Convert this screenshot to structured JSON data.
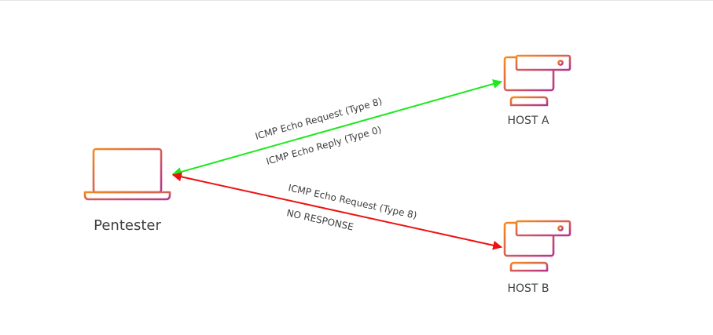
{
  "nodes": {
    "pentester": {
      "label": "Pentester",
      "icon": "laptop-icon"
    },
    "host_a": {
      "label": "HOST A",
      "icon": "server-icon"
    },
    "host_b": {
      "label": "HOST B",
      "icon": "server-icon"
    }
  },
  "edges": {
    "to_host_a": {
      "color": "#1ee81e",
      "bidirectional": true,
      "request_label": "ICMP Echo Request (Type 8)",
      "reply_label": "ICMP Echo Reply (Type 0)"
    },
    "to_host_b": {
      "color": "#ee1111",
      "bidirectional": true,
      "request_label": "ICMP Echo Request (Type 8)",
      "reply_label": "NO RESPONSE"
    }
  },
  "icon_gradient": {
    "start": "#f58a1f",
    "end": "#b5338f"
  }
}
